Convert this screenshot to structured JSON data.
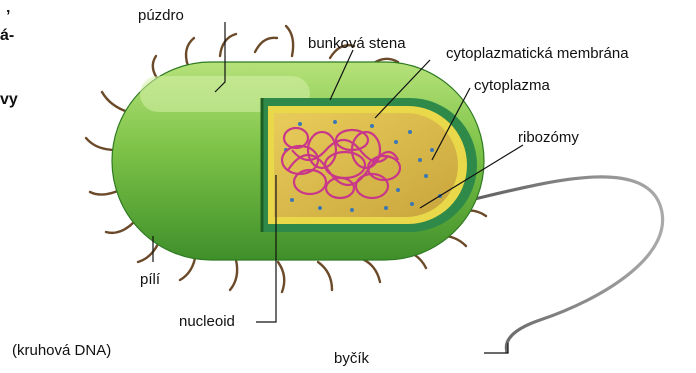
{
  "page_fragments": [
    "‚",
    "á-",
    "vy"
  ],
  "labels": {
    "puzdro": "púzdro",
    "bunkova_stena": "bunková stena",
    "cytoplazmaticka_membrana": "cytoplazmatická membrána",
    "cytoplazma": "cytoplazma",
    "ribozomy": "ribozómy",
    "pili": "pílí",
    "nucleoid": "nucleoid",
    "kruhova_dna": "(kruhová DNA)",
    "bycik": "byčík"
  },
  "colors": {
    "capsule_light": "#9bd35a",
    "capsule_dark": "#3f8f2a",
    "cell_wall": "#2f8a4a",
    "membrane": "#e8d84a",
    "cytoplasm": "#d9b94a",
    "nucleoid": "#c8378a",
    "ribosome": "#3a78b5",
    "pili": "#6b4a2a",
    "flagellum": "#777777"
  }
}
